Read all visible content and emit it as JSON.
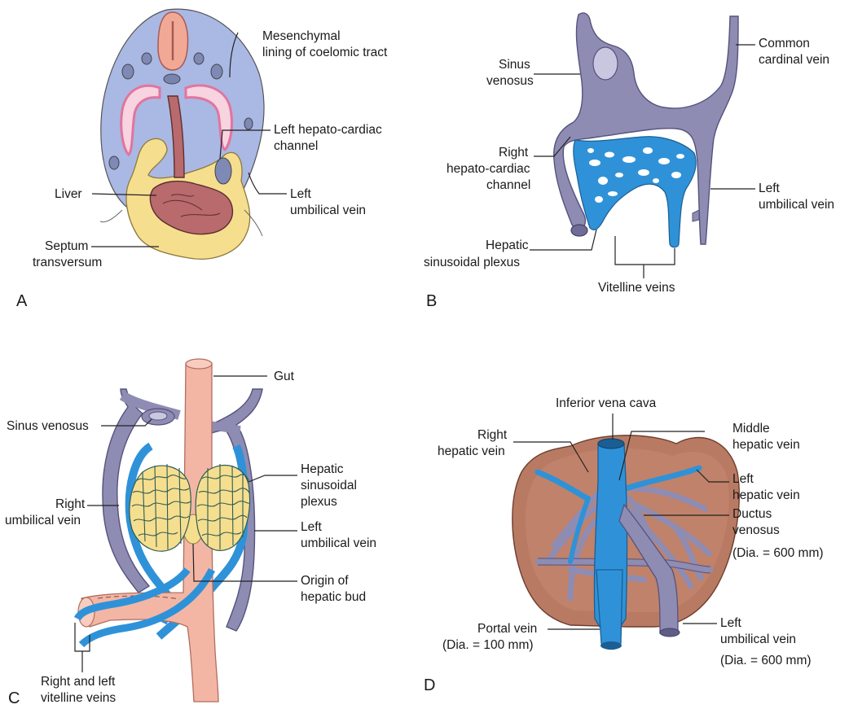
{
  "colors": {
    "mesoderm": "#aab8e4",
    "vein": "#8e8cb3",
    "vein_dark": "#5f5c87",
    "plexus": "#2f92d8",
    "liver_red": "#b86a6c",
    "liver_brown": "#b97a63",
    "septum_yellow": "#f6de8f",
    "gut_pink": "#f3b6a5",
    "coelom_pink": "#e58fb0"
  },
  "panels": {
    "a": {
      "letter": "A",
      "labels": {
        "mesenchymal_1": "Mesenchymal",
        "mesenchymal_2": "lining of coelomic tract",
        "left_hepato_1": "Left hepato-cardiac",
        "left_hepato_2": "channel",
        "liver": "Liver",
        "left_umbilical_1": "Left",
        "left_umbilical_2": "umbilical vein",
        "septum_1": "Septum",
        "septum_2": "transversum"
      }
    },
    "b": {
      "letter": "B",
      "labels": {
        "sinus_1": "Sinus",
        "sinus_2": "venosus",
        "common_cardinal_1": "Common",
        "common_cardinal_2": "cardinal vein",
        "right_hepato_1": "Right",
        "right_hepato_2": "hepato-cardiac",
        "right_hepato_3": "channel",
        "left_umbilical_1": "Left",
        "left_umbilical_2": "umbilical vein",
        "hepatic_sinusoidal_1": "Hepatic",
        "hepatic_sinusoidal_2": "sinusoidal plexus",
        "vitelline": "Vitelline veins"
      }
    },
    "c": {
      "letter": "C",
      "labels": {
        "gut": "Gut",
        "sinus": "Sinus venosus",
        "hepatic_1": "Hepatic",
        "hepatic_2": "sinusoidal",
        "hepatic_3": "plexus",
        "right_umbilical_1": "Right",
        "right_umbilical_2": "umbilical vein",
        "left_umbilical_1": "Left",
        "left_umbilical_2": "umbilical vein",
        "origin_1": "Origin of",
        "origin_2": "hepatic bud",
        "vitelline_1": "Right and left",
        "vitelline_2": "vitelline veins"
      }
    },
    "d": {
      "letter": "D",
      "labels": {
        "ivc": "Inferior vena cava",
        "right_hepatic_1": "Right",
        "right_hepatic_2": "hepatic vein",
        "middle_hepatic_1": "Middle",
        "middle_hepatic_2": "hepatic vein",
        "left_hepatic_1": "Left",
        "left_hepatic_2": "hepatic vein",
        "ductus_1": "Ductus",
        "ductus_2": "venosus",
        "ductus_3": "(Dia. = 600 mm)",
        "portal_1": "Portal vein",
        "portal_2": "(Dia. = 100 mm)",
        "left_umbilical_1": "Left",
        "left_umbilical_2": "umbilical vein",
        "left_umbilical_3": "(Dia. = 600 mm)"
      }
    }
  }
}
